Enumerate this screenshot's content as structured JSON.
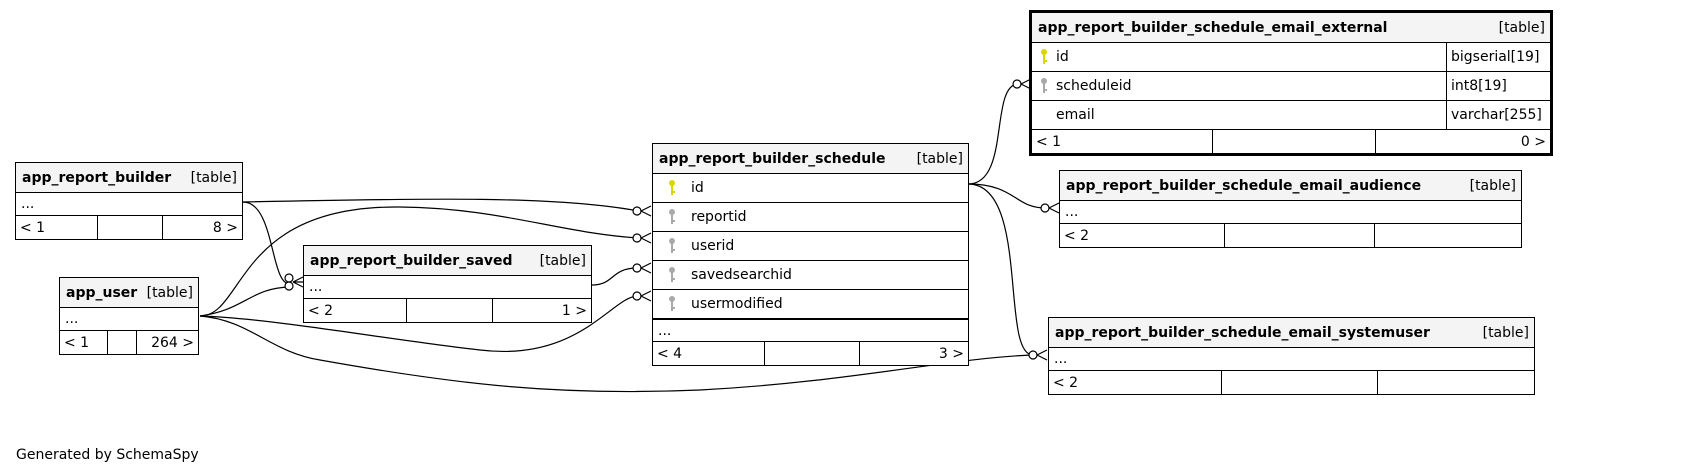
{
  "footer": "Generated by SchemaSpy",
  "colors": {
    "pk_key": "#d8d800",
    "fk_key": "#a9a9a9",
    "header_bg": "#f4f4f4",
    "line": "#000000"
  },
  "tables": {
    "report_builder": {
      "name": "app_report_builder",
      "type": "[table]",
      "ellipsis": "...",
      "footer": [
        "< 1",
        "",
        "8 >"
      ]
    },
    "app_user": {
      "name": "app_user",
      "type": "[table]",
      "ellipsis": "...",
      "footer": [
        "< 1",
        "",
        "264 >"
      ]
    },
    "saved": {
      "name": "app_report_builder_saved",
      "type": "[table]",
      "ellipsis": "...",
      "footer": [
        "< 2",
        "",
        "1 >"
      ]
    },
    "schedule": {
      "name": "app_report_builder_schedule",
      "type": "[table]",
      "columns": [
        {
          "name": "id",
          "key": "pk-key-icon"
        },
        {
          "name": "reportid",
          "key": "fk-key-icon"
        },
        {
          "name": "userid",
          "key": "fk-key-icon"
        },
        {
          "name": "savedsearchid",
          "key": "fk-key-icon"
        },
        {
          "name": "usermodified",
          "key": "fk-key-icon"
        }
      ],
      "ellipsis": "...",
      "footer": [
        "< 4",
        "",
        "3 >"
      ]
    },
    "email_external": {
      "name": "app_report_builder_schedule_email_external",
      "type": "[table]",
      "columns": [
        {
          "name": "id",
          "type": "bigserial[19]",
          "key": "pk-key-icon"
        },
        {
          "name": "scheduleid",
          "type": "int8[19]",
          "key": "fk-key-icon"
        },
        {
          "name": "email",
          "type": "varchar[255]",
          "key": ""
        }
      ],
      "footer": [
        "< 1",
        "",
        "0 >"
      ]
    },
    "email_audience": {
      "name": "app_report_builder_schedule_email_audience",
      "type": "[table]",
      "ellipsis": "...",
      "footer": [
        "< 2",
        "",
        ""
      ]
    },
    "email_systemuser": {
      "name": "app_report_builder_schedule_email_systemuser",
      "type": "[table]",
      "ellipsis": "...",
      "footer": [
        "< 2",
        "",
        ""
      ]
    }
  }
}
